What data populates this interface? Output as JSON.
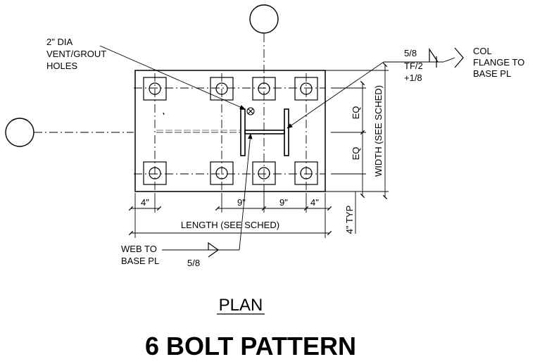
{
  "labels": {
    "vent_holes": [
      "2\" DIA",
      "VENT/GROUT",
      "HOLES"
    ],
    "weld_flange": [
      "5/8",
      "TF/2",
      "+1/8"
    ],
    "col_flange": [
      "COL",
      "FLANGE TO",
      "BASE PL"
    ],
    "eq_top": "EQ",
    "eq_bottom": "EQ",
    "width": "WIDTH (SEE SCHED)",
    "dim_left": "4\"",
    "dim_9a": "9\"",
    "dim_9b": "9\"",
    "dim_right": "4\"",
    "typ": "4\" TYP",
    "length": "LENGTH (SEE SCHED)",
    "web": [
      "WEB TO",
      "BASE PL"
    ],
    "weld_web": "5/8"
  },
  "titles": {
    "plan": "PLAN",
    "main": "6 BOLT PATTERN"
  }
}
